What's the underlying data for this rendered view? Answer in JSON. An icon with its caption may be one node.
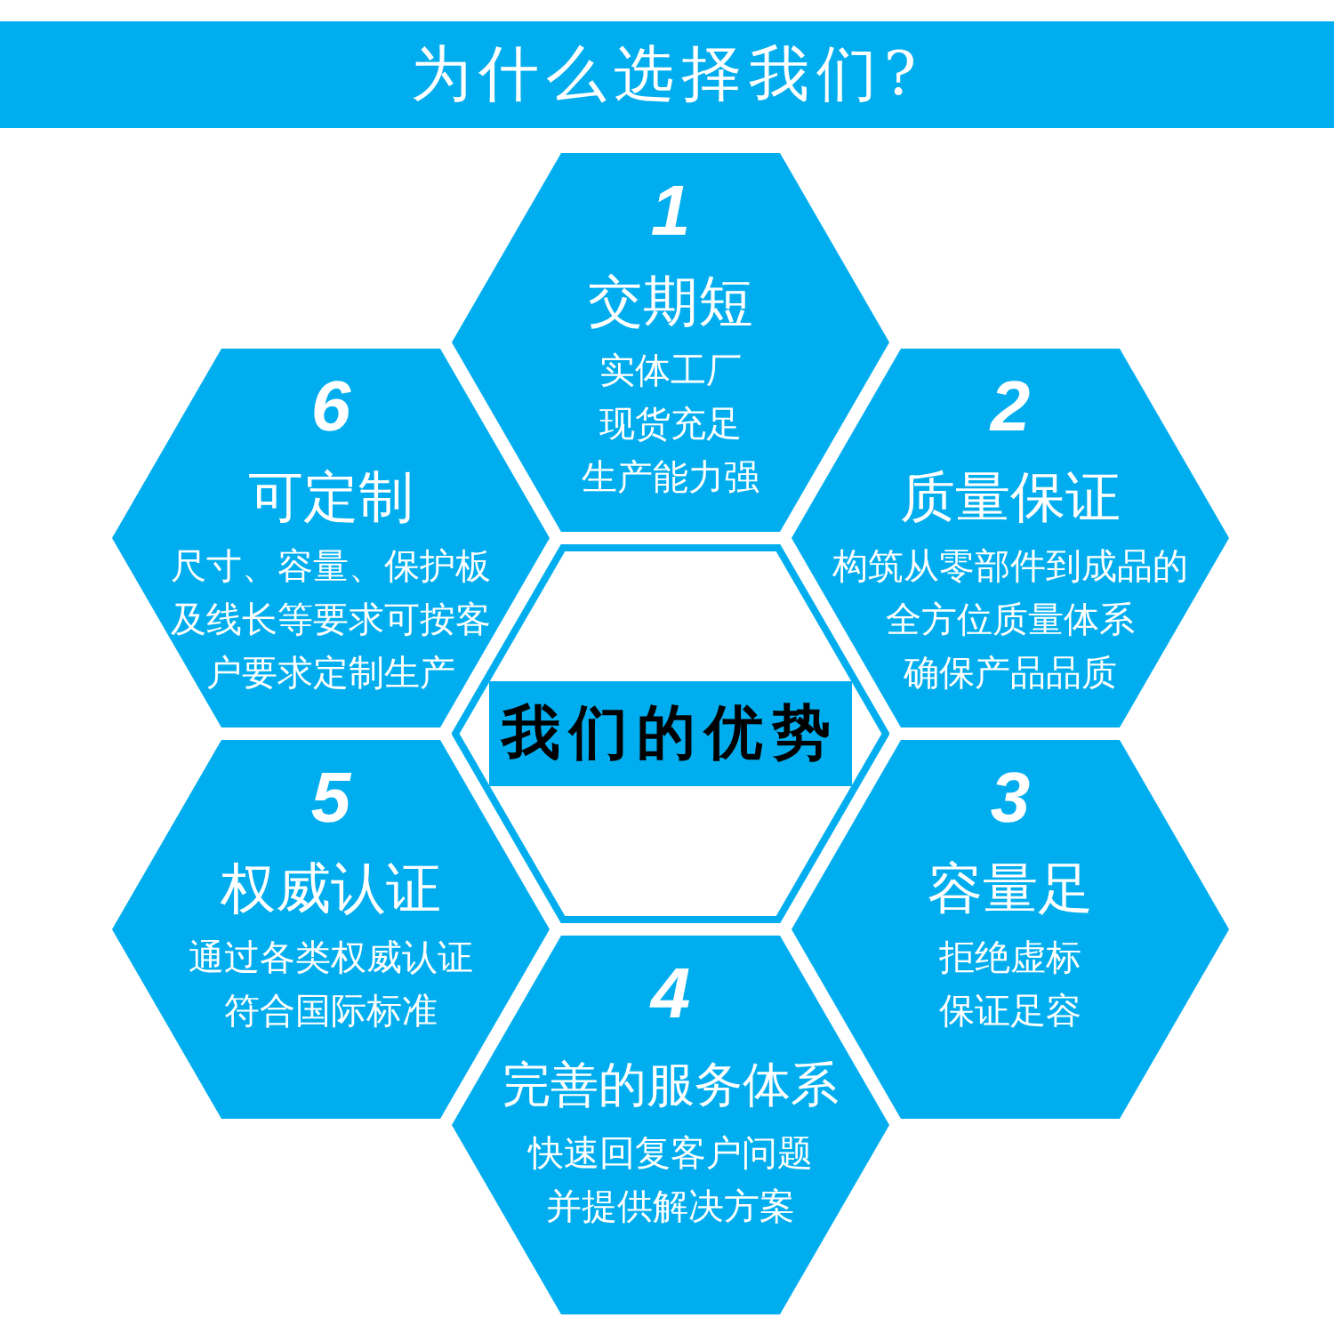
{
  "diagram": {
    "title": "为什么选择我们?",
    "nodes": [
      {
        "text": [],
        "shape": "hexagon"
      },
      {
        "text": [
          "我们的优势"
        ],
        "in": 0
      },
      {
        "text": [
          "1",
          "交期短",
          "实体工厂",
          "现货充足",
          "生产能力强"
        ]
      },
      {
        "text": [
          "2",
          "质量保证",
          "构筑从零部件到成品的全方位质量体系",
          "确保产品品质"
        ]
      },
      {
        "text": [
          "3",
          "容量足",
          "拒绝虚标",
          "保证足容"
        ]
      },
      {
        "text": [
          "4",
          "完善的服务体系",
          "快速回复客户问题并提供解决方案"
        ]
      },
      {
        "text": [
          "5",
          "权威认证",
          "通过各类权威认证",
          "符合国际标准"
        ]
      },
      {
        "text": [
          "6",
          "可定制",
          "尺寸、容量、保护板及线长等要求可按客户要求定制生产"
        ]
      }
    ]
  }
}
